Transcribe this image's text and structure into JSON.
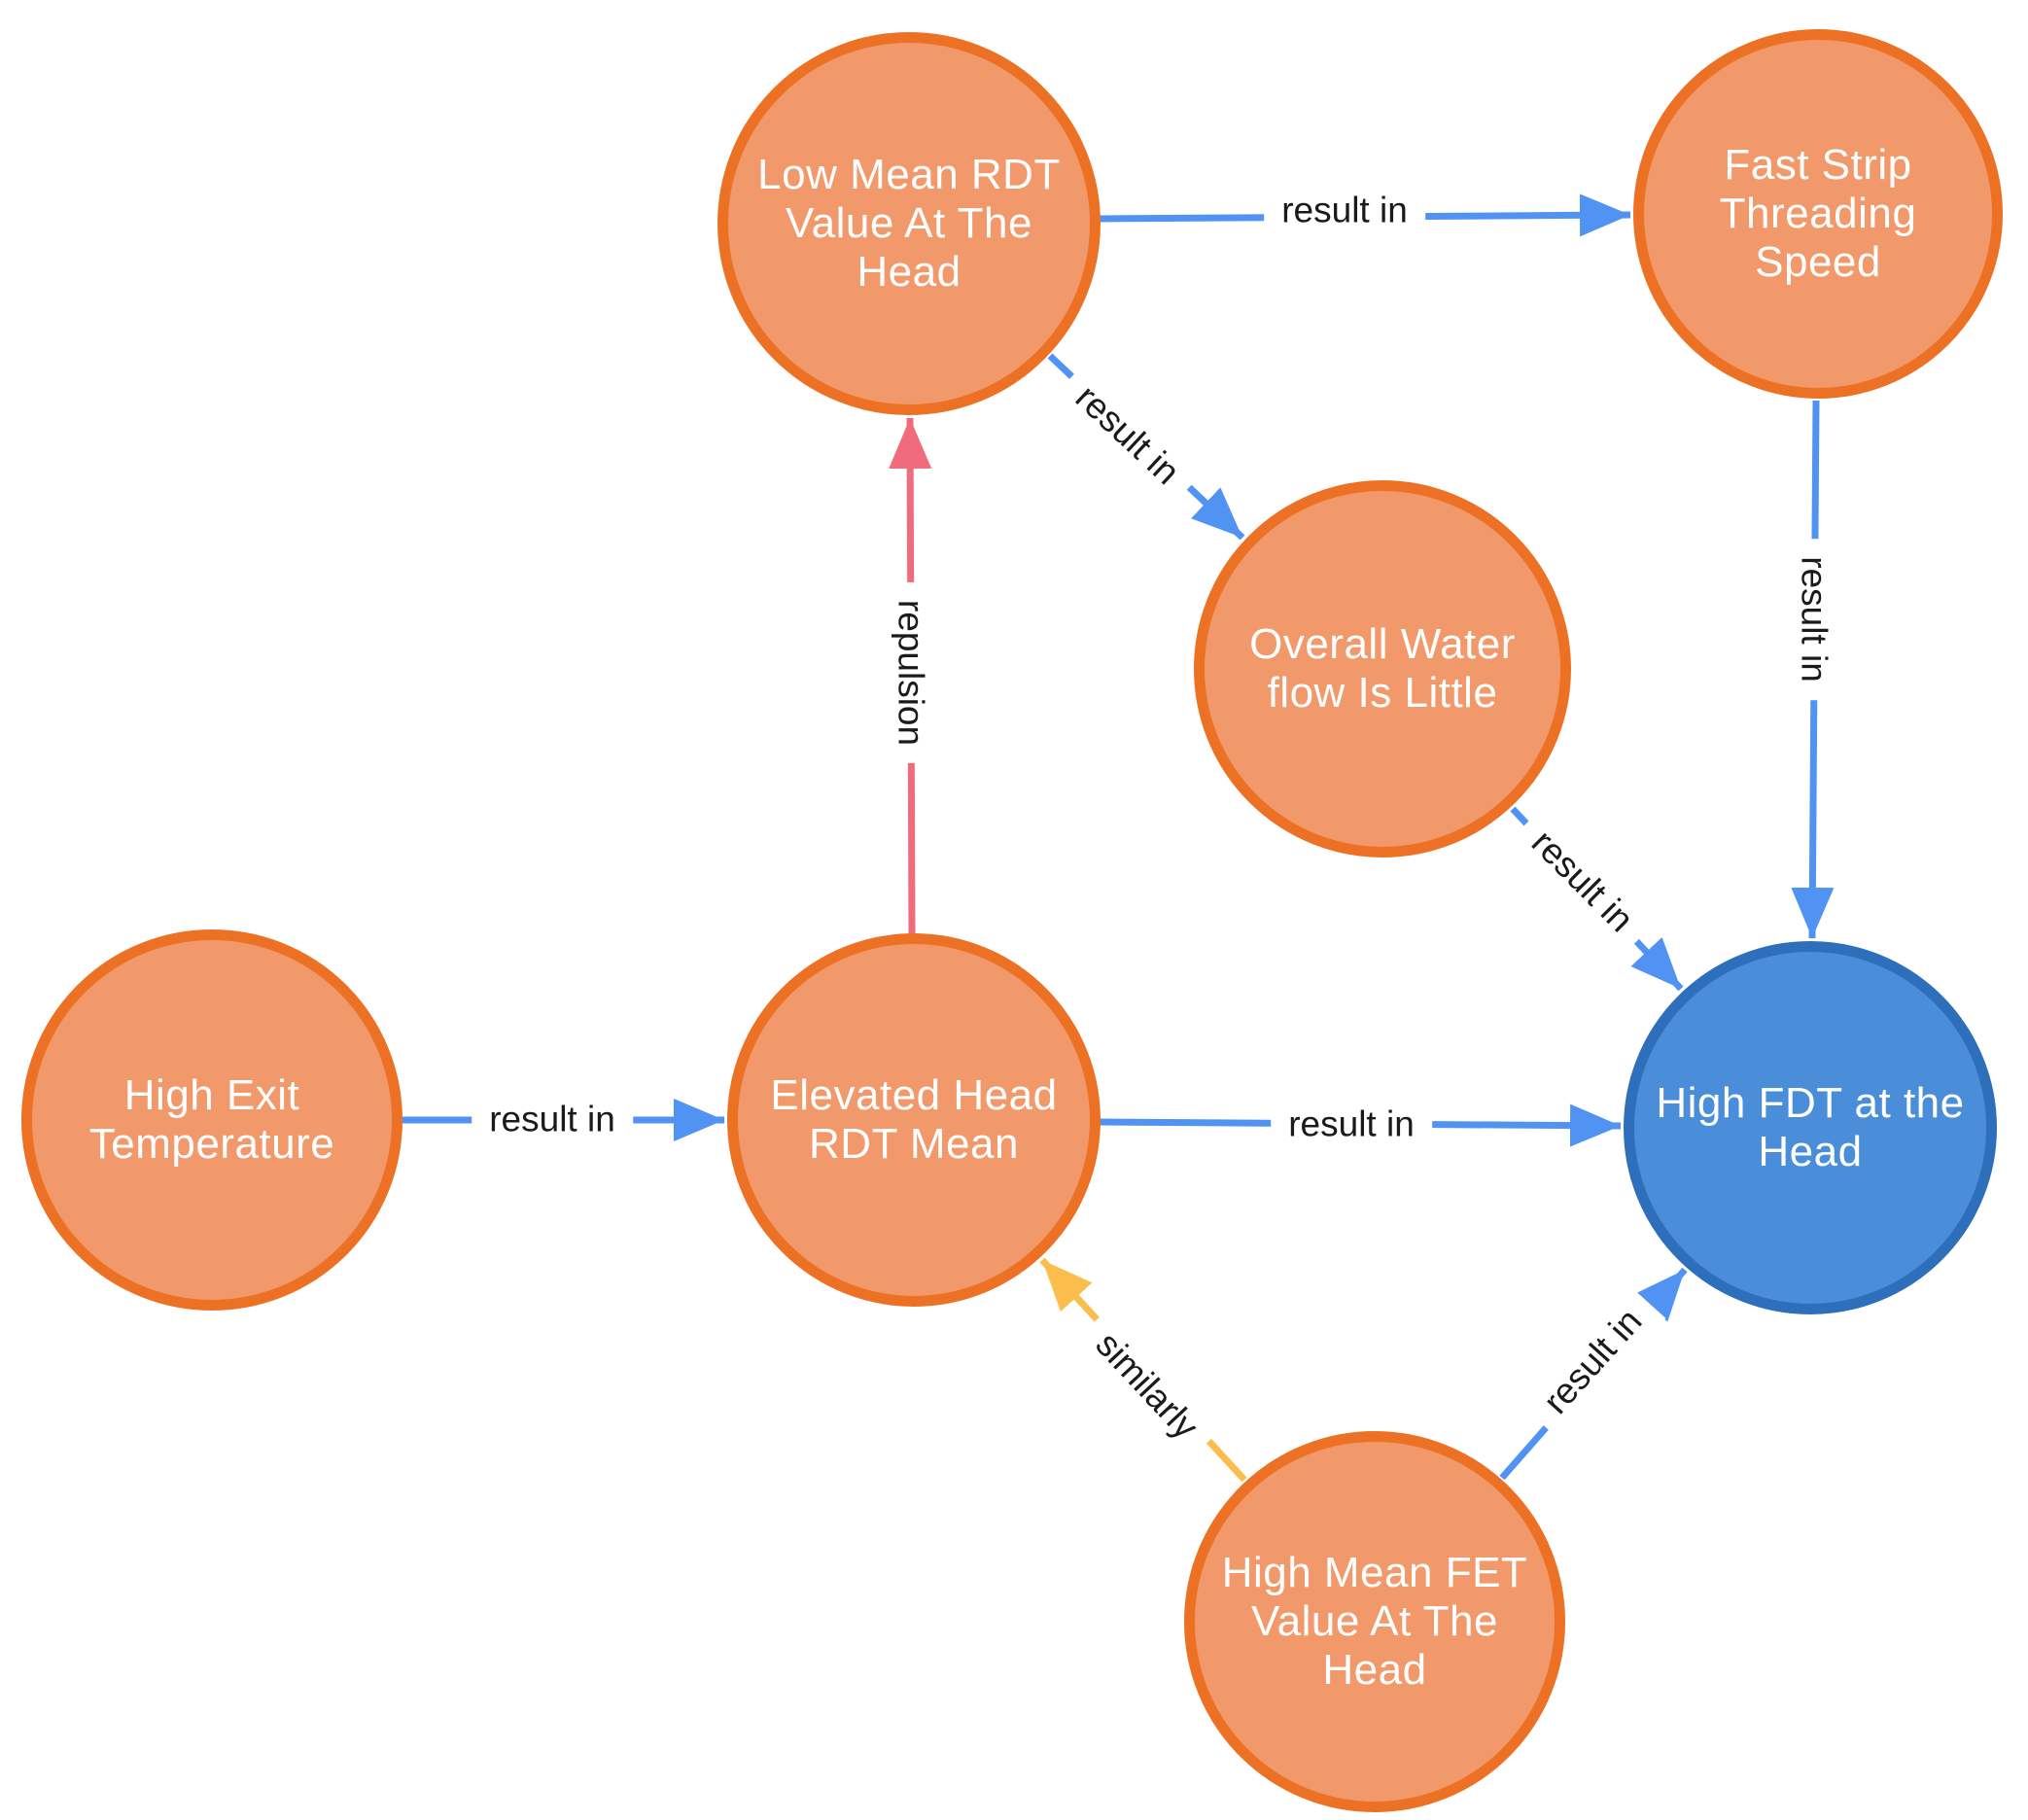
{
  "figure": {
    "type": "causal-graph",
    "background": "#FFFFFF",
    "colors": {
      "node_orange_fill": "#F2996B",
      "node_orange_border": "#EC7124",
      "node_blue_fill": "#4A8ED9",
      "node_blue_border": "#2E6FBC",
      "edge_blue": "#5193F2",
      "edge_red": "#F06B7C",
      "edge_yellow": "#FBBE4C",
      "node_text": "#FFFFFF",
      "edge_label_text": "#1A1A1A"
    },
    "nodes": [
      {
        "id": "low-mean-rdt",
        "label": "Low Mean RDT\nValue At The\nHead",
        "color": "orange"
      },
      {
        "id": "fast-strip",
        "label": "Fast Strip\nThreading\nSpeed",
        "color": "orange"
      },
      {
        "id": "overall-water",
        "label": "Overall Water\nflow Is Little",
        "color": "orange"
      },
      {
        "id": "elevated-head",
        "label": "Elevated Head\nRDT Mean",
        "color": "orange"
      },
      {
        "id": "high-exit",
        "label": "High Exit\nTemperature",
        "color": "orange"
      },
      {
        "id": "high-fdt",
        "label": "High FDT at the\nHead",
        "color": "blue"
      },
      {
        "id": "high-mean-fet",
        "label": "High Mean FET\nValue At The\nHead",
        "color": "orange"
      }
    ],
    "edges": [
      {
        "from": "low-mean-rdt",
        "to": "fast-strip",
        "label": "result in",
        "color": "blue"
      },
      {
        "from": "low-mean-rdt",
        "to": "overall-water",
        "label": "result in",
        "color": "blue"
      },
      {
        "from": "elevated-head",
        "to": "low-mean-rdt",
        "label": "repulsion",
        "color": "red"
      },
      {
        "from": "fast-strip",
        "to": "high-fdt",
        "label": "result in",
        "color": "blue"
      },
      {
        "from": "overall-water",
        "to": "high-fdt",
        "label": "result in",
        "color": "blue"
      },
      {
        "from": "high-exit",
        "to": "elevated-head",
        "label": "result in",
        "color": "blue"
      },
      {
        "from": "elevated-head",
        "to": "high-fdt",
        "label": "result in",
        "color": "blue"
      },
      {
        "from": "high-mean-fet",
        "to": "elevated-head",
        "label": "similarly",
        "color": "yellow"
      },
      {
        "from": "high-mean-fet",
        "to": "high-fdt",
        "label": "result in",
        "color": "blue"
      }
    ]
  }
}
